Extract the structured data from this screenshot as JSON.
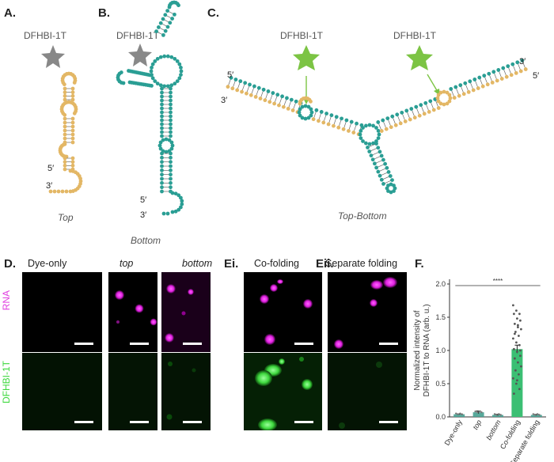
{
  "panels": {
    "A": {
      "label": "A.",
      "dye": "DFHBI-1T",
      "caption": "Top",
      "five_prime": "5′",
      "three_prime": "3′"
    },
    "B": {
      "label": "B.",
      "dye": "DFHBI-1T",
      "caption": "Bottom",
      "five_prime": "5′",
      "three_prime": "3′"
    },
    "C": {
      "label": "C.",
      "dye_left": "DFHBI-1T",
      "dye_right": "DFHBI-1T",
      "caption": "Top-Bottom",
      "five_prime_left": "5′",
      "three_prime_left": "3′",
      "three_prime_right": "3′",
      "five_prime_right": "5′"
    },
    "D": {
      "label": "D.",
      "col1": "Dye-only",
      "col2": "top",
      "col3": "bottom",
      "row_rna": "RNA",
      "row_dye": "DFHBI-1T"
    },
    "Ei": {
      "label": "Ei.",
      "col": "Co-folding"
    },
    "Eii": {
      "label": "Eii.",
      "col": "Separate folding"
    },
    "F": {
      "label": "F."
    }
  },
  "colors": {
    "top_strand": "#e3b765",
    "bottom_strand": "#2a9e94",
    "dye_gray": "#888888",
    "dye_green": "#7cc444",
    "rna_channel": "#e040e0",
    "dye_channel": "#3ed83e",
    "bar_green": "#3bbf73"
  },
  "chart_data": {
    "type": "bar",
    "categories": [
      "Dye-only",
      "top",
      "bottom",
      "Co-folding",
      "Separate folding"
    ],
    "category_italic": [
      false,
      true,
      true,
      false,
      false
    ],
    "values": [
      0.04,
      0.07,
      0.03,
      1.02,
      0.03
    ],
    "error": [
      0.005,
      0.02,
      0.01,
      0.06,
      0.008
    ],
    "ylabel": "Normalized intensity of\nDFHBI-1T to RNA (arb. u.)",
    "ylabel_lines": [
      "Normalized intensity of",
      "DFHBI-1T to RNA (arb. u.)"
    ],
    "yticks": [
      "0.0",
      "0.5",
      "1.0",
      "1.5",
      "2.0"
    ],
    "ylim": [
      0,
      2.0
    ],
    "significance": "****",
    "cofolding_points": [
      1.68,
      1.6,
      1.55,
      1.55,
      1.48,
      1.45,
      1.4,
      1.38,
      1.32,
      1.28,
      1.22,
      1.18,
      1.12,
      1.08,
      1.02,
      0.98,
      0.92,
      0.88,
      0.82,
      0.76,
      0.7,
      0.64,
      0.58,
      0.5,
      0.42,
      0.35,
      0.55,
      1.0,
      1.25,
      1.35
    ]
  }
}
